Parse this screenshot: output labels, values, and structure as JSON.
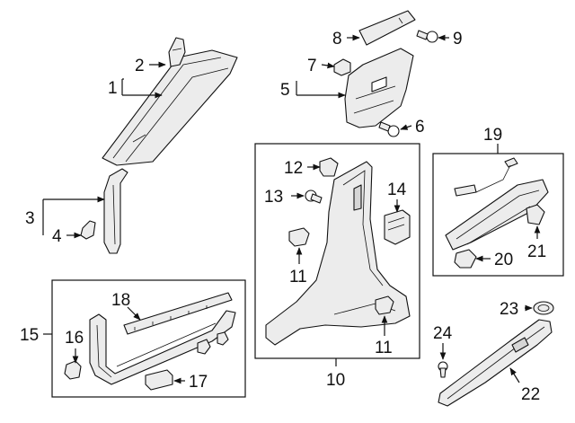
{
  "diagram": {
    "callouts": {
      "c1": "1",
      "c2": "2",
      "c3": "3",
      "c4": "4",
      "c5": "5",
      "c6": "6",
      "c7": "7",
      "c8": "8",
      "c9": "9",
      "c10": "10",
      "c11a": "11",
      "c11b": "11",
      "c12": "12",
      "c13": "13",
      "c14": "14",
      "c15": "15",
      "c16": "16",
      "c17": "17",
      "c18": "18",
      "c19": "19",
      "c20": "20",
      "c21": "21",
      "c22": "22",
      "c23": "23",
      "c24": "24"
    }
  }
}
